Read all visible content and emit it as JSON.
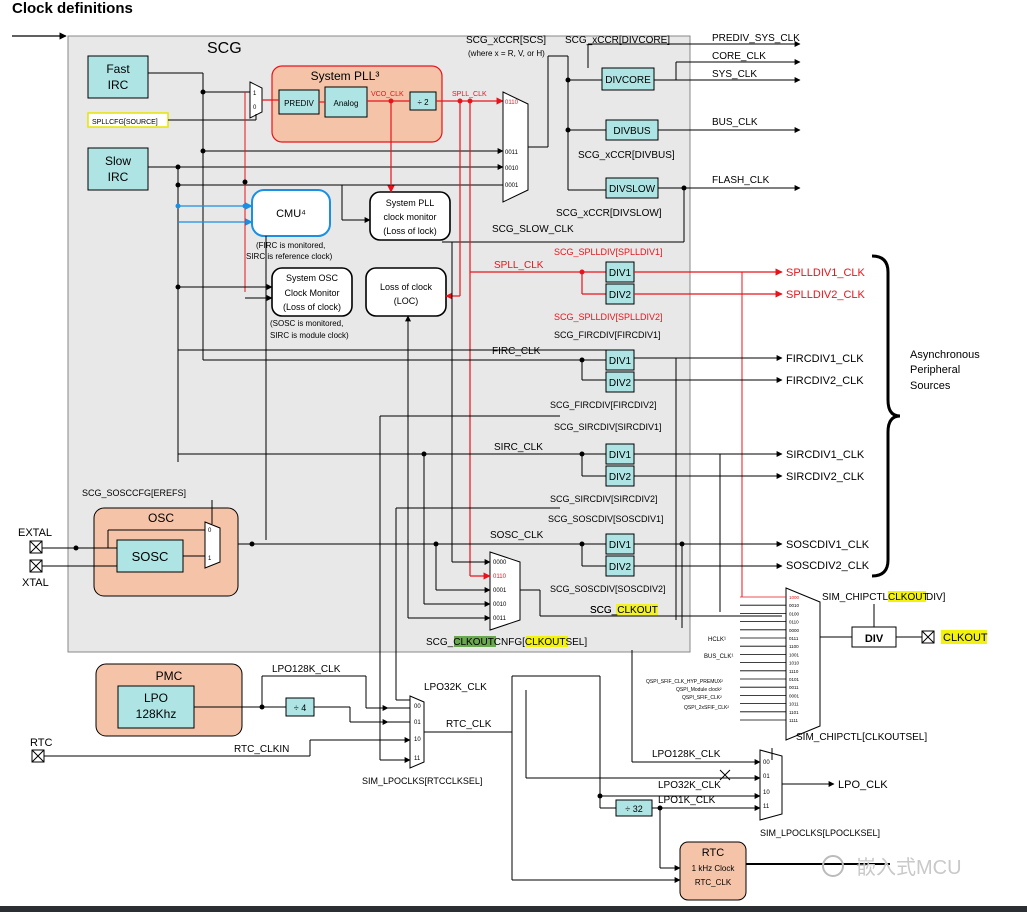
{
  "title": "Clock definitions",
  "scg": {
    "label": "SCG",
    "fast_irc": [
      "Fast",
      "IRC"
    ],
    "slow_irc": [
      "Slow",
      "IRC"
    ],
    "spll_source": "SPLLCFG[SOURCE]",
    "pll_title": "System PLL³",
    "prediv": "PREDIV",
    "analog": "Analog",
    "vco_clk": "VCO_CLK",
    "div2": "÷ 2",
    "spll_clk_small": "SPLL_CLK",
    "mux_in_0110": "0110",
    "mux_in_0011": "0011",
    "mux_in_0010": "0010",
    "mux_in_0001": "0001",
    "mux_bit1": "1",
    "mux_bit0": "0",
    "xccr_scs": "SCG_xCCR[SCS]",
    "xccr_note": "(where x = R, V, or H)",
    "xccr_divcore": "SCG_xCCR[DIVCORE]",
    "divcore": "DIVCORE",
    "divbus": "DIVBUS",
    "xccr_divbus": "SCG_xCCR[DIVBUS]",
    "divslow": "DIVSLOW",
    "xccr_divslow": "SCG_xCCR[DIVSLOW]",
    "scg_slow_clk": "SCG_SLOW_CLK",
    "cmu": "CMU⁴",
    "cmu_note": [
      "(FIRC is monitored,",
      "SIRC is reference clock)"
    ],
    "pll_monitor": [
      "System PLL",
      "clock monitor",
      "(Loss of lock)"
    ],
    "osc_monitor": [
      "System OSC",
      "Clock Monitor",
      "(Loss of clock)"
    ],
    "osc_monitor_note": [
      "(SOSC is monitored,",
      "SIRC is module clock)"
    ],
    "loc": [
      "Loss of clock",
      "(LOC)"
    ],
    "osc_title": "OSC",
    "sosc": "SOSC",
    "sosccfg": "SCG_SOSCCFG[EREFS]",
    "extal": "EXTAL",
    "xtal": "XTAL"
  },
  "outputs": {
    "prediv_sys": "PREDIV_SYS_CLK",
    "core": "CORE_CLK",
    "sys": "SYS_CLK",
    "bus": "BUS_CLK",
    "flash": "FLASH_CLK"
  },
  "dividers": {
    "splldiv_hdr1": "SCG_SPLLDIV[SPLLDIV1]",
    "spll_clk": "SPLL_CLK",
    "splldiv_hdr2": "SCG_SPLLDIV[SPLLDIV2]",
    "div1": "DIV1",
    "div2": "DIV2",
    "splldiv1": "SPLLDIV1_CLK",
    "splldiv2": "SPLLDIV2_CLK",
    "fircdiv_hdr1": "SCG_FIRCDIV[FIRCDIV1]",
    "firc_clk": "FIRC_CLK",
    "fircdiv1": "FIRCDIV1_CLK",
    "fircdiv2": "FIRCDIV2_CLK",
    "fircdiv_hdr2": "SCG_FIRCDIV[FIRCDIV2]",
    "sircdiv_hdr1": "SCG_SIRCDIV[SIRCDIV1]",
    "sirc_clk": "SIRC_CLK",
    "sircdiv1": "SIRCDIV1_CLK",
    "sircdiv2": "SIRCDIV2_CLK",
    "sircdiv_hdr2": "SCG_SIRCDIV[SIRCDIV2]",
    "soscdiv_hdr1": "SCG_SOSCDIV[SOSCDIV1]",
    "sosc_clk": "SOSC_CLK",
    "soscdiv1": "SOSCDIV1_CLK",
    "soscdiv2": "SOSCDIV2_CLK",
    "soscdiv_hdr2": "SCG_SOSCDIV[SOSCDIV2]",
    "async": [
      "Asynchronous",
      "Peripheral",
      "Sources"
    ]
  },
  "clkout": {
    "mux_in": [
      "0000",
      "0110",
      "0001",
      "0010",
      "0011"
    ],
    "scg_clkout_pre": "SCG_",
    "scg_clkout_hl": "CLKOUT",
    "cnfg_pre": "SCG_",
    "cnfg_hl1": "CLKOUT",
    "cnfg_mid": "CNFG[",
    "cnfg_hl2": "CLKOUT",
    "cnfg_post": "SEL]",
    "sim_div_pre": "SIM_CHIPCTL[",
    "sim_div_hl": "CLKOUT",
    "sim_div_post": "DIV]",
    "div": "DIV",
    "out": "CLKOUT",
    "sim_sel_pre": "SIM_CHIPCTL[",
    "sim_sel_hl": "CLKOUT",
    "sim_sel_post": "SEL]",
    "sim_mux_in": [
      "1000",
      "0010",
      "0100",
      "0110",
      "0000",
      "0111",
      "1100",
      "1001",
      "1010",
      "1110",
      "0101",
      "0011",
      "0001",
      "1011",
      "1101",
      "1111"
    ],
    "hclk": "HCLK¹",
    "bus_clk": "BUS_CLK¹",
    "qspi1": "QSPI_SFIF_CLK_HYP_PREMUX²",
    "qspi2": "QSPI_Module clock²",
    "qspi3": "QSPI_SFIF_CLK²",
    "qspi4": "QSPI_2xSFIF_CLK²"
  },
  "pmc": {
    "title": "PMC",
    "lpo": [
      "LPO",
      "128Khz"
    ],
    "lpo128k": "LPO128K_CLK",
    "div4": "÷ 4",
    "lpo32k": "LPO32K_CLK",
    "rtc_clk": "RTC_CLK",
    "rtc_pin": "RTC",
    "rtc_clkin": "RTC_CLKIN",
    "mux_in": [
      "00",
      "01",
      "10",
      "11"
    ],
    "rtcclksel": "SIM_LPOCLKS[RTCCLKSEL]"
  },
  "lpo": {
    "lpo128k": "LPO128K_CLK",
    "lpo32k": "LPO32K_CLK",
    "lpo1k": "LPO1K_CLK",
    "div32": "÷ 32",
    "lpo_clk": "LPO_CLK",
    "lpoclksel": "SIM_LPOCLKS[LPOCLKSEL]",
    "mux_in": [
      "00",
      "01",
      "10",
      "11"
    ],
    "rtc_title": "RTC",
    "rtc_lines": [
      "1 kHz Clock",
      "RTC_CLK"
    ]
  },
  "watermark": "嵌入式MCU",
  "colors": {
    "red": "#e8141b",
    "blue": "#1a8fe3",
    "salmon": "#f4c3a8",
    "teal": "#aee4e4",
    "gray_area": "#e8e8e8",
    "yellow": "#f2f20a",
    "green": "#6aa84f"
  }
}
